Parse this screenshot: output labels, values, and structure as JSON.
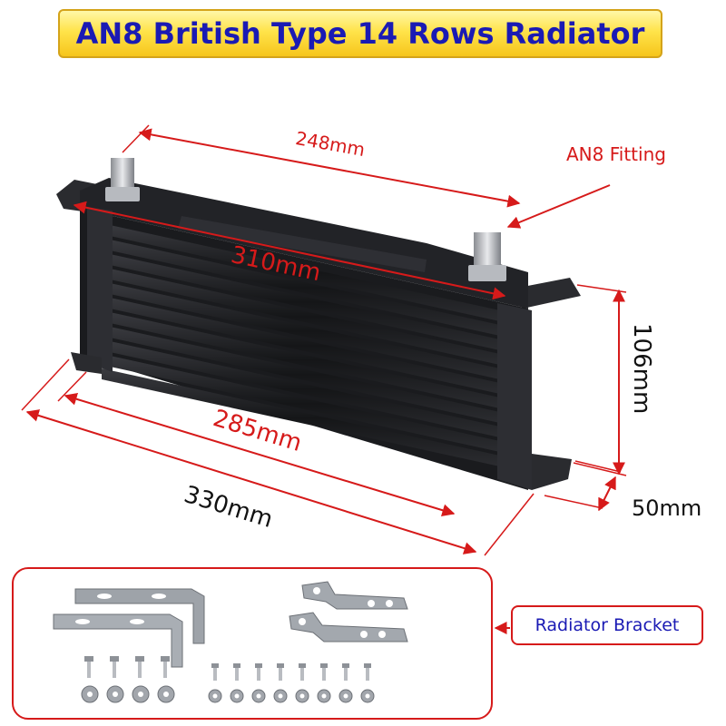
{
  "title": "AN8 British Type 14 Rows Radiator",
  "dimensions": {
    "top_length": "248mm",
    "fitting": "AN8 Fitting",
    "body_length": "310mm",
    "height": "106mm",
    "core_length": "285mm",
    "overall_length": "330mm",
    "depth": "50mm"
  },
  "accessory_label": "Radiator Bracket",
  "colors": {
    "title_text": "#1a1ab4",
    "title_fill": "#ffe34a",
    "dimension_red": "#d61a1a",
    "radiator_body": "#1e1f22"
  }
}
